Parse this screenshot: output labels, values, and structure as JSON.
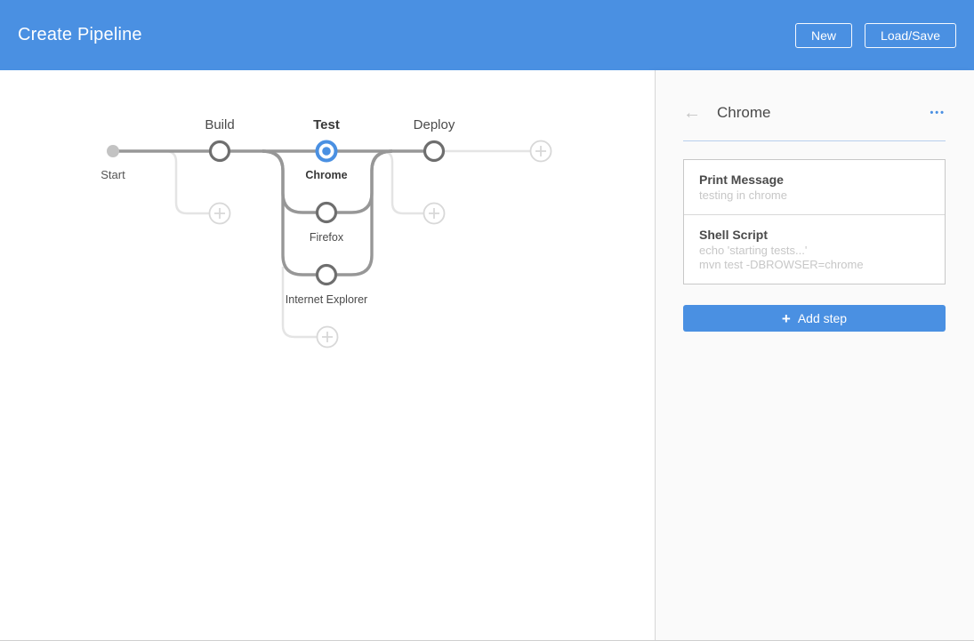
{
  "header": {
    "title": "Create Pipeline",
    "new_button": "New",
    "load_save_button": "Load/Save"
  },
  "pipeline": {
    "start_label": "Start",
    "stages": [
      {
        "label": "Build",
        "selected": false
      },
      {
        "label": "Test",
        "selected": true,
        "branches": [
          "Chrome",
          "Firefox",
          "Internet Explorer"
        ],
        "selected_branch": "Chrome"
      },
      {
        "label": "Deploy",
        "selected": false
      }
    ]
  },
  "panel": {
    "back_icon": "←",
    "title": "Chrome",
    "more_icon": "•••",
    "steps": [
      {
        "title": "Print Message",
        "details": [
          "testing in chrome"
        ]
      },
      {
        "title": "Shell Script",
        "details": [
          "echo 'starting tests...'",
          "mvn test -DBROWSER=chrome"
        ]
      }
    ],
    "add_step": {
      "icon": "+",
      "label": "Add step"
    }
  },
  "colors": {
    "accent_blue": "#4a90e2",
    "edge_gray": "#999999",
    "node_gray": "#6e6e6e",
    "placeholder_gray": "#dcdcdc"
  }
}
